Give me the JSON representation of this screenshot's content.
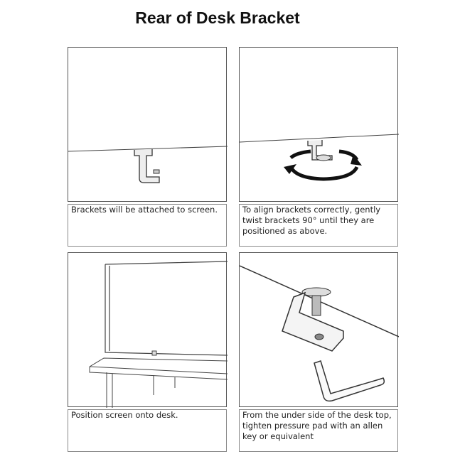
{
  "title": "Rear of Desk Bracket",
  "steps": [
    {
      "caption": "Brackets will be attached to screen."
    },
    {
      "caption": "To align brackets correctly, gently twist brackets 90° until they are positioned as above."
    },
    {
      "caption": "Position screen onto desk."
    },
    {
      "caption": "From the under side of the desk top, tighten pressure pad with an allen key or equivalent"
    }
  ]
}
